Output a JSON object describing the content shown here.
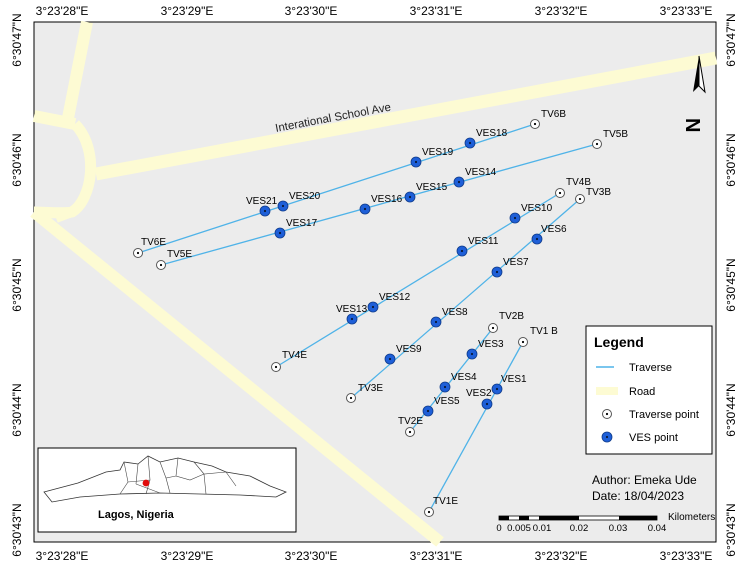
{
  "map": {
    "lon_ticks": [
      "3°23'28\"E",
      "3°23'29\"E",
      "3°23'30\"E",
      "3°23'31\"E",
      "3°23'32\"E",
      "3°23'33\"E"
    ],
    "lat_ticks": [
      "6°30'47\"N",
      "6°30'46\"N",
      "6°30'45\"N",
      "6°30'44\"N",
      "6°30'43\"N"
    ],
    "road_label": "Interational School Ave",
    "north_arrow_letter": "N",
    "colors": {
      "traverse": "#4fb3e8",
      "road": "#fdfbd3",
      "ves": "#1e5fd8",
      "background": "#ececec"
    }
  },
  "traverses": [
    {
      "label": "TV6",
      "start": "TV6E",
      "end": "TV6B"
    },
    {
      "label": "TV5",
      "start": "TV5E",
      "end": "TV5B"
    },
    {
      "label": "TV4",
      "start": "TV4E",
      "end": "TV4B"
    },
    {
      "label": "TV3",
      "start": "TV3E",
      "end": "TV3B"
    },
    {
      "label": "TV2",
      "start": "TV2E",
      "end": "TV2B"
    },
    {
      "label": "TV1",
      "start": "TV1E",
      "end": "TV1 B"
    }
  ],
  "traverse_points": [
    "TV6B",
    "TV6E",
    "TV5B",
    "TV5E",
    "TV4B",
    "TV4E",
    "TV3B",
    "TV3E",
    "TV2B",
    "TV2E",
    "TV1 B",
    "TV1E"
  ],
  "ves_points": [
    "VES1",
    "VES2",
    "VES3",
    "VES4",
    "VES5",
    "VES6",
    "VES7",
    "VES8",
    "VES9",
    "VES10",
    "VES11",
    "VES12",
    "VES13",
    "VES14",
    "VES15",
    "VES16",
    "VES17",
    "VES18",
    "VES19",
    "VES20",
    "VES21"
  ],
  "legend": {
    "title": "Legend",
    "items": [
      {
        "name": "traverse",
        "label": "Traverse"
      },
      {
        "name": "road",
        "label": "Road"
      },
      {
        "name": "traverse-point",
        "label": "Traverse point"
      },
      {
        "name": "ves-point",
        "label": "VES point"
      }
    ]
  },
  "credits": {
    "author": "Author: Emeka Ude",
    "date": "Date: 18/04/2023"
  },
  "scale_bar": {
    "ticks": [
      "0",
      "0.005",
      "0.01",
      "0.02",
      "0.03",
      "0.04"
    ],
    "unit": "Kilometers"
  },
  "inset": {
    "label": "Lagos, Nigeria"
  }
}
